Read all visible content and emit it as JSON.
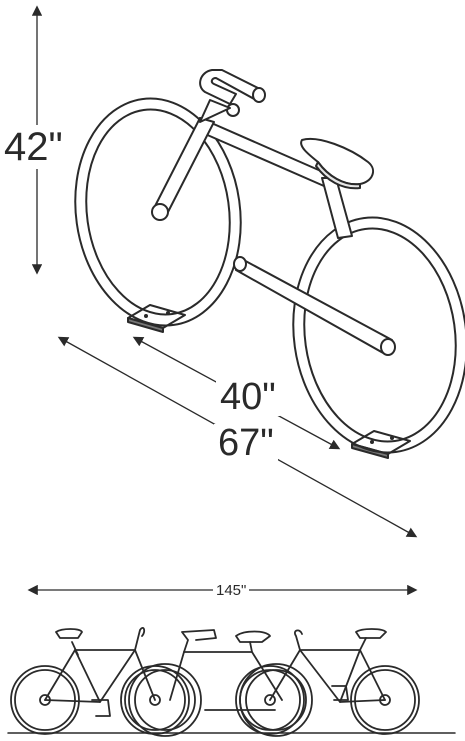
{
  "dimensions": {
    "height": "42\"",
    "inner_length": "40\"",
    "overall_length": "67\"",
    "footprint_width": "145\""
  },
  "colors": {
    "line": "#2a2a2a",
    "fill": "#ffffff",
    "plate": "#777777"
  },
  "icons": {
    "top_view": "bike-shaped-rack-isometric",
    "bottom_view": "bike-rack-side-elevation-with-bikes"
  }
}
